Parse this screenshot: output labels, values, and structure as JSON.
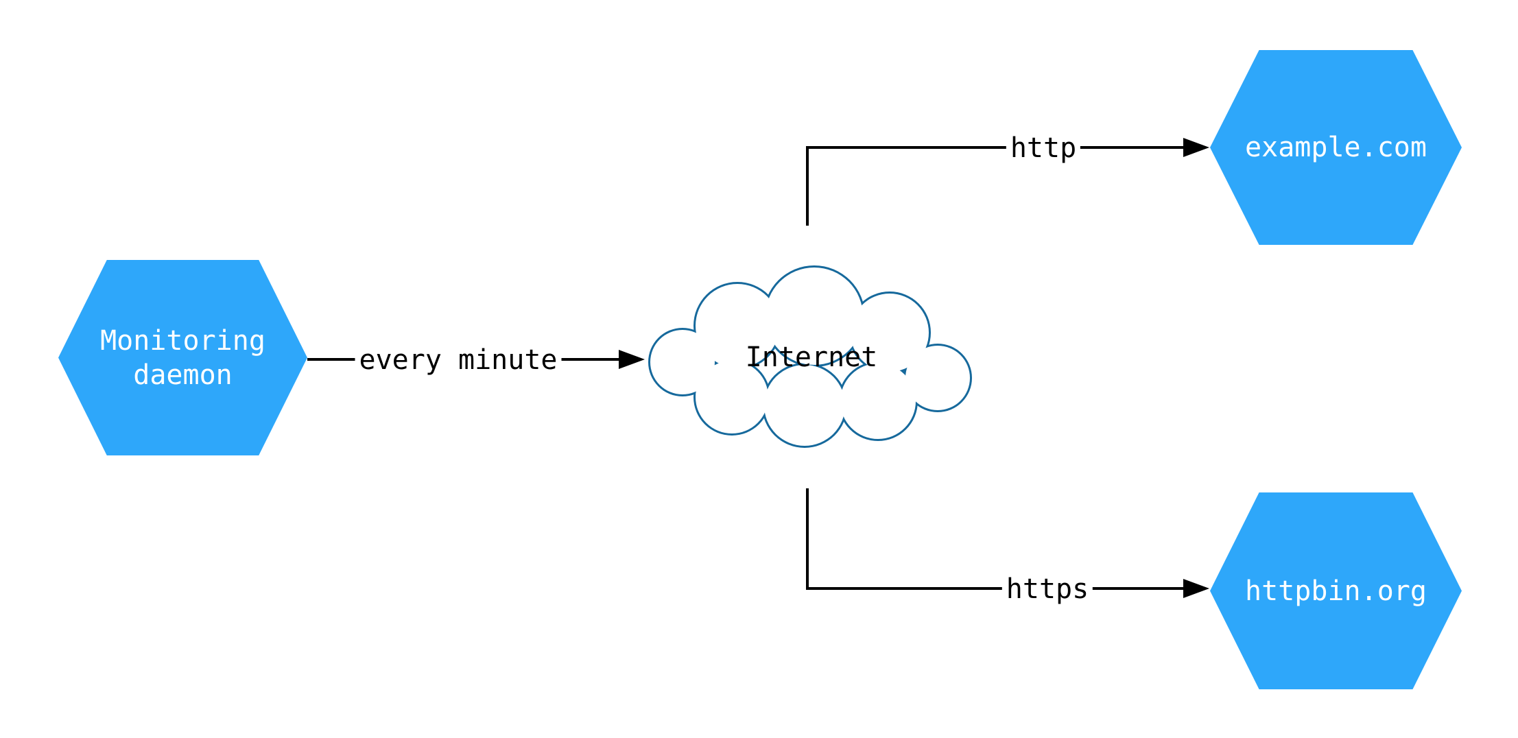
{
  "diagram": {
    "background": "#ffffff",
    "colors": {
      "node_fill": "#2EA7FA",
      "node_text": "#ffffff",
      "cloud_stroke": "#16699C",
      "edge": "#000000"
    },
    "nodes": {
      "monitoring": {
        "label": "Monitoring\ndaemon",
        "shape": "hexagon"
      },
      "internet": {
        "label": "Internet",
        "shape": "cloud"
      },
      "example": {
        "label": "example.com",
        "shape": "hexagon"
      },
      "httpbin": {
        "label": "httpbin.org",
        "shape": "hexagon"
      }
    },
    "edges": {
      "every_minute": {
        "label": "every minute",
        "from": "monitoring",
        "to": "internet"
      },
      "http": {
        "label": "http",
        "from": "internet",
        "to": "example"
      },
      "https": {
        "label": "https",
        "from": "internet",
        "to": "httpbin"
      }
    }
  }
}
